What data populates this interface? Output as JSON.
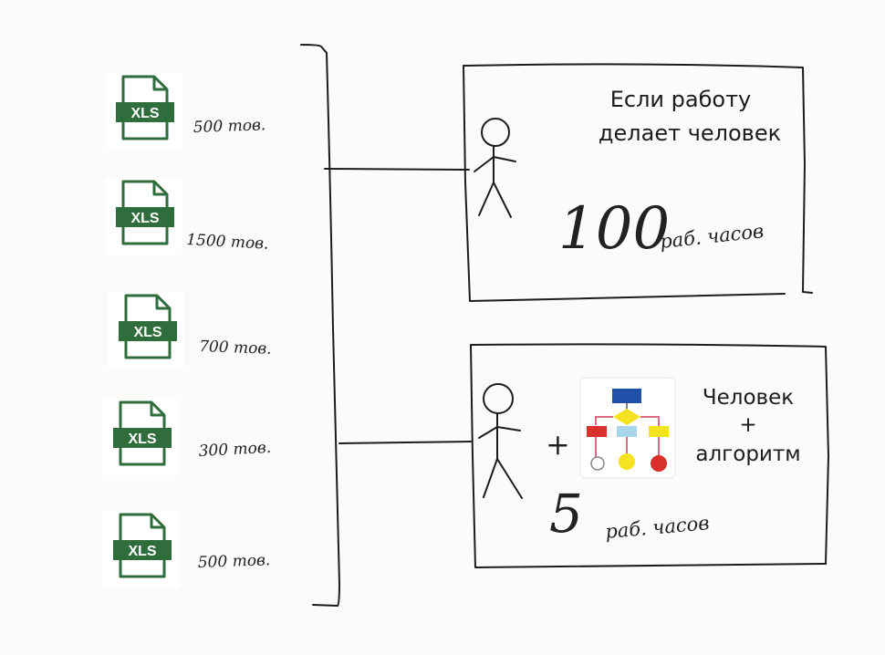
{
  "files": [
    {
      "badge": "XLS",
      "count": "500 тов."
    },
    {
      "badge": "XLS",
      "count": "1500 тов."
    },
    {
      "badge": "XLS",
      "count": "700 тов."
    },
    {
      "badge": "XLS",
      "count": "300 тов."
    },
    {
      "badge": "XLS",
      "count": "500 тов."
    }
  ],
  "manual": {
    "title_line1": "Если работу",
    "title_line2": "делает человек",
    "hours_value": "100",
    "hours_unit": "раб. часов",
    "value_color": "#e0282c"
  },
  "automated": {
    "plus_sign": "+",
    "title_line1": "Человек",
    "title_line2": "+",
    "title_line3": "алгоритм",
    "hours_value": "5",
    "hours_unit": "раб. часов",
    "value_color": "#1f9a3c"
  },
  "colors": {
    "xls_green": "#2f6e3c",
    "flow_blue": "#1f4fa6",
    "flow_red": "#d9302c",
    "flow_yellow": "#f3e320",
    "flow_lightblue": "#a7d6ec",
    "flow_connector": "#e06a86"
  },
  "icons": [
    "xls-file-icon",
    "stick-figure-icon",
    "flowchart-icon"
  ]
}
